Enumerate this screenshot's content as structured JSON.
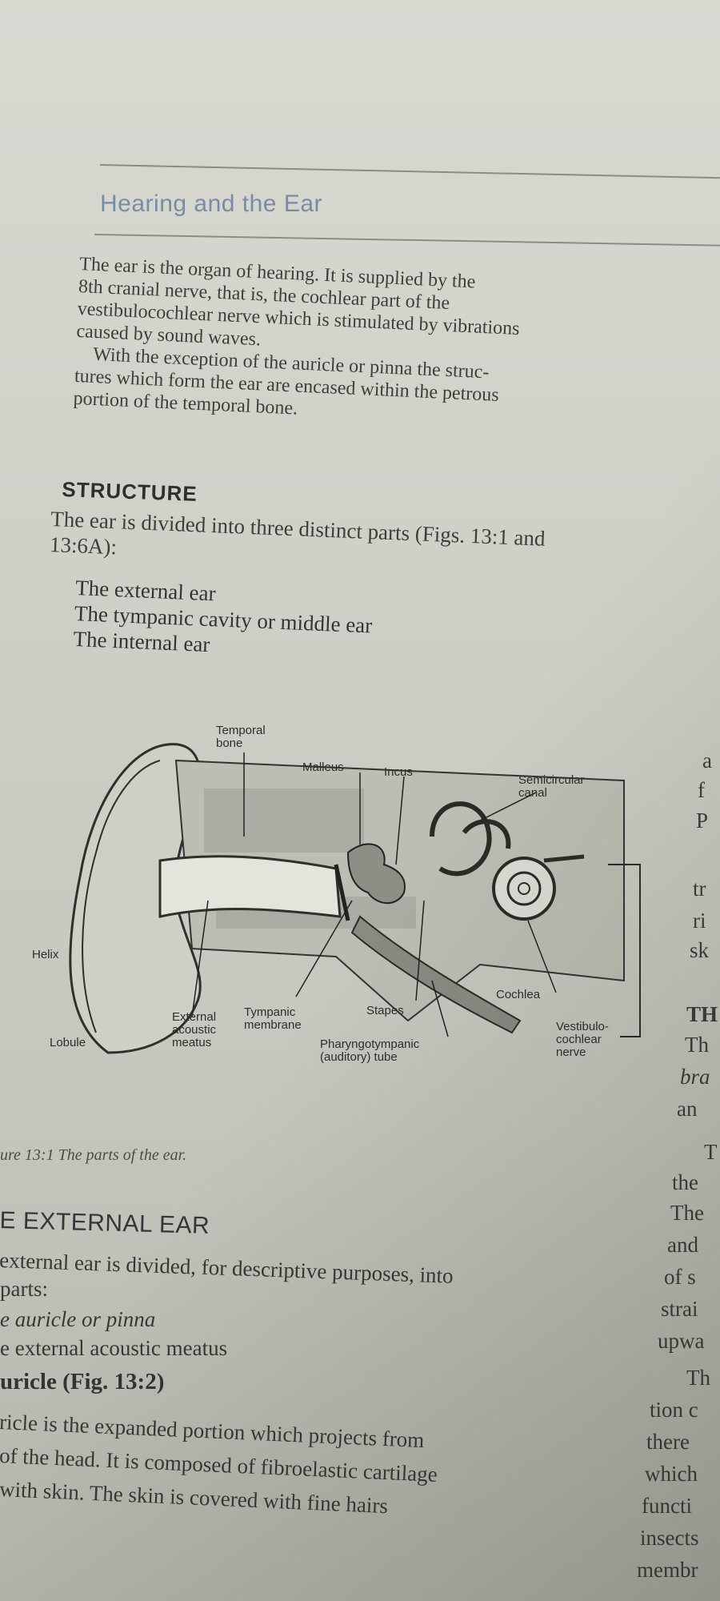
{
  "header": {
    "title": "Hearing and the Ear"
  },
  "intro": {
    "lines": [
      "The ear is the organ of hearing. It is supplied by the",
      "8th cranial nerve, that is, the cochlear part of the",
      "vestibulocochlear nerve which is stimulated by vibrations",
      "caused by sound waves."
    ],
    "lines2": [
      "With the exception of the auricle or pinna the struc-",
      "tures which form the ear are encased within the petrous",
      "portion of the temporal bone."
    ]
  },
  "structure": {
    "heading": "STRUCTURE",
    "intro_lines": [
      "The ear is divided into three distinct parts (Figs. 13:1 and",
      "13:6A):"
    ],
    "parts": [
      "The external ear",
      "The tympanic cavity or middle ear",
      "The internal ear"
    ]
  },
  "figure": {
    "labels": {
      "temporal_bone": [
        "Temporal",
        "bone"
      ],
      "malleus": "Malleus",
      "incus": "Incus",
      "semicircular_canal": [
        "Semicircular",
        "canal"
      ],
      "helix": "Helix",
      "cochlea": "Cochlea",
      "stapes": "Stapes",
      "tympanic_membrane": [
        "Tympanic",
        "membrane"
      ],
      "external_acoustic_meatus": [
        "External",
        "acoustic",
        "meatus"
      ],
      "pharyngotympanic_tube": [
        "Pharyngotympanic",
        "(auditory) tube"
      ],
      "lobule": "Lobule",
      "vestibulocochlear_nerve": [
        "Vestibulo-",
        "cochlear",
        "nerve"
      ]
    },
    "caption": "ure 13:1  The parts of the ear."
  },
  "external_ear": {
    "heading": "E EXTERNAL EAR",
    "lines": [
      "external ear is divided, for descriptive purposes, into",
      "parts:",
      "e auricle or pinna",
      "e external acoustic meatus"
    ],
    "subheading": "uricle (Fig. 13:2)",
    "body_lines": [
      "ricle is the expanded portion which projects from",
      "of the head. It is composed of fibroelastic cartilage",
      "with skin. The skin is covered with fine hairs"
    ]
  },
  "right_column": {
    "fragments": [
      "a",
      "f",
      "P",
      "tr",
      "ri",
      "sk",
      "TH",
      "Th",
      "bra",
      "an",
      "T",
      "the",
      "The",
      "and",
      "of s",
      "strai",
      "upwa",
      "Th",
      "tion c",
      "there",
      "which",
      "functi",
      "insects",
      "membr"
    ]
  }
}
